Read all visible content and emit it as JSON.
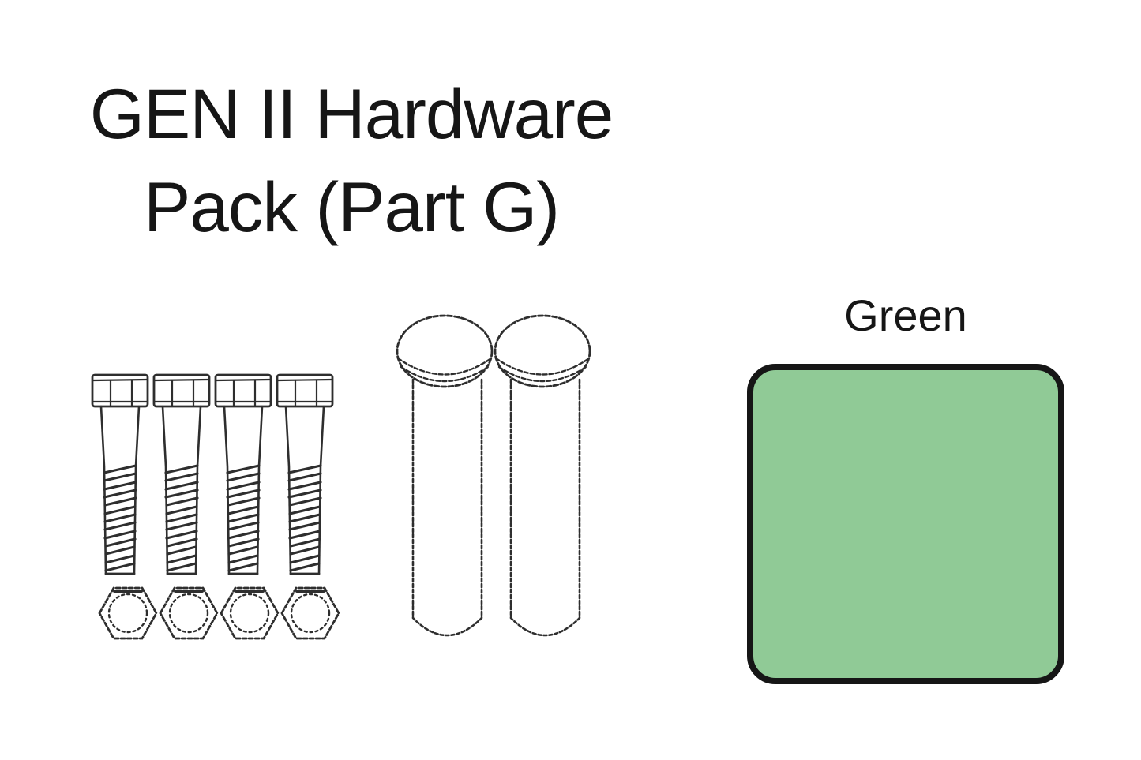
{
  "page": {
    "background_color": "#ffffff"
  },
  "header": {
    "title_line1": "GEN II Hardware",
    "title_line2": "Pack (Part G)"
  },
  "illustration": {
    "stroke_color": "#2e2e2e",
    "bolts": {
      "icon": "hex-bolt-icon",
      "count": 4
    },
    "nuts": {
      "icon": "hex-nut-icon",
      "count": 4
    },
    "pins": {
      "icon": "dome-head-pin-icon",
      "count": 2
    }
  },
  "color_swatch": {
    "label": "Green",
    "fill_color": "#90CA96",
    "border_color": "#161616"
  }
}
